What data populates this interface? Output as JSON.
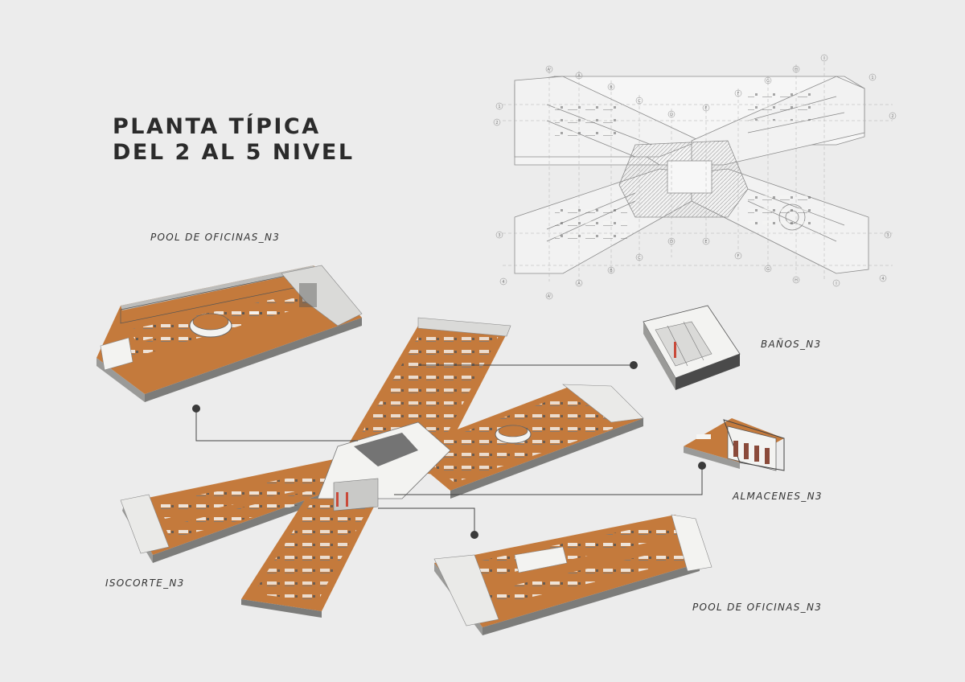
{
  "title": {
    "line1": "PLANTA TÍPICA",
    "line2": "DEL 2 AL 5 NIVEL"
  },
  "labels": {
    "pool_top": "POOL DE OFICINAS_N3",
    "banos": "BAÑOS_N3",
    "almacenes": "ALMACENES_N3",
    "isocorte": "ISOCORTE_N3",
    "pool_bottom": "POOL DE OFICINAS_N3"
  },
  "grid_labels": {
    "top": [
      "A'",
      "A",
      "B",
      "C",
      "D",
      "E",
      "F",
      "G",
      "H",
      "I"
    ],
    "bottom": [
      "A'",
      "A",
      "B",
      "C",
      "D",
      "E",
      "F",
      "G",
      "H",
      "I"
    ],
    "left": [
      "1",
      "2",
      "3",
      "4"
    ],
    "right": [
      "1",
      "2",
      "3",
      "4"
    ]
  },
  "colors": {
    "background": "#ececec",
    "floor": "#c47a3c",
    "wall": "#f3f3f1",
    "wall_side": "#9a9a98",
    "dark": "#333333",
    "line": "#444444",
    "plan_line": "#8a8a8a"
  }
}
